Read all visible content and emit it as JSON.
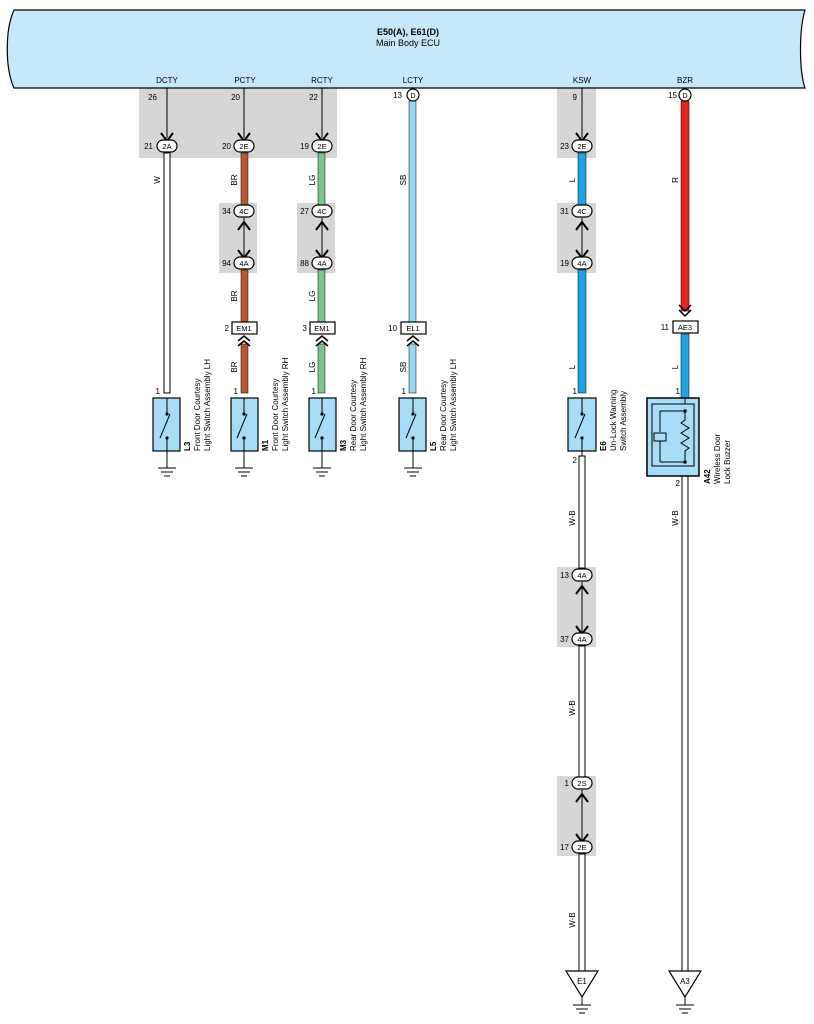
{
  "ecu": {
    "title": "E50(A), E61(D)",
    "name": "Main Body ECU",
    "fill": "#c5e8fa",
    "pins": [
      "DCTY",
      "PCTY",
      "RCTY",
      "LCTY",
      "KSW",
      "BZR"
    ]
  },
  "colors": {
    "W": "#ffffff",
    "BR": "#b5582e",
    "LG": "#7cc38e",
    "SB": "#98d7f3",
    "L": "#1ea4e2",
    "R": "#e52420",
    "WB": "#ffffff",
    "shade": "#d6d6d6",
    "component": "#a6dcf6"
  },
  "circuits": [
    {
      "pin": "DCTY",
      "ecu_pin": "26",
      "wire_top": "W",
      "wire_bottom": "W",
      "connectors": [
        {
          "num": "21",
          "code": "2A"
        }
      ],
      "component": {
        "pin": "1",
        "id": "L3",
        "line1": "Front Door Courtesy",
        "line2": "Light Switch Assembly LH"
      }
    },
    {
      "pin": "PCTY",
      "ecu_pin": "20",
      "wire_top": "BR",
      "wire_mid": "BR",
      "wire_bottom": "BR",
      "connectors": [
        {
          "num": "20",
          "code": "2E"
        },
        {
          "num": "34",
          "code": "4C"
        },
        {
          "num": "94",
          "code": "4A"
        }
      ],
      "splice": {
        "num": "2",
        "code": "EM1"
      },
      "component": {
        "pin": "1",
        "id": "M1",
        "line1": "Front Door Courtesy",
        "line2": "Light Switch Assembly RH"
      }
    },
    {
      "pin": "RCTY",
      "ecu_pin": "22",
      "wire_top": "LG",
      "wire_mid": "LG",
      "wire_bottom": "LG",
      "connectors": [
        {
          "num": "19",
          "code": "2E"
        },
        {
          "num": "27",
          "code": "4C"
        },
        {
          "num": "88",
          "code": "4A"
        }
      ],
      "splice": {
        "num": "3",
        "code": "EM1"
      },
      "component": {
        "pin": "1",
        "id": "M3",
        "line1": "Rear Door Courtesy",
        "line2": "Light Switch Assembly RH"
      }
    },
    {
      "pin": "LCTY",
      "ecu_pin": "13",
      "ecu_conn": "D",
      "wire_top": "SB",
      "wire_bottom": "SB",
      "splice": {
        "num": "10",
        "code": "EL1"
      },
      "component": {
        "pin": "1",
        "id": "L5",
        "line1": "Rear Door Courtesy",
        "line2": "Light Switch Assembly LH"
      }
    },
    {
      "pin": "KSW",
      "ecu_pin": "9",
      "wire_top": "L",
      "wire_bottom": "L",
      "connectors": [
        {
          "num": "23",
          "code": "2E"
        },
        {
          "num": "31",
          "code": "4C"
        },
        {
          "num": "19",
          "code": "4A"
        }
      ],
      "component": {
        "pin": "1",
        "pin2": "2",
        "id": "E6",
        "line1": "Un-Lock Warning",
        "line2": "Switch Assembly"
      },
      "ground_wires": [
        "W-B",
        "W-B",
        "W-B"
      ],
      "ground_connectors": [
        {
          "num": "13",
          "code": "4A"
        },
        {
          "num": "37",
          "code": "4A"
        },
        {
          "num": "1",
          "code": "2S"
        },
        {
          "num": "17",
          "code": "2E"
        }
      ],
      "ground_point": "E1"
    },
    {
      "pin": "BZR",
      "ecu_pin": "15",
      "ecu_conn": "D",
      "wire_top": "R",
      "wire_bottom": "L",
      "splice": {
        "num": "11",
        "code": "AE3"
      },
      "component": {
        "pin": "1",
        "pin2": "2",
        "id": "A42",
        "line1": "Wireless Door",
        "line2": "Lock Buzzer"
      },
      "ground_wires": [
        "W-B"
      ],
      "ground_point": "A3"
    }
  ]
}
